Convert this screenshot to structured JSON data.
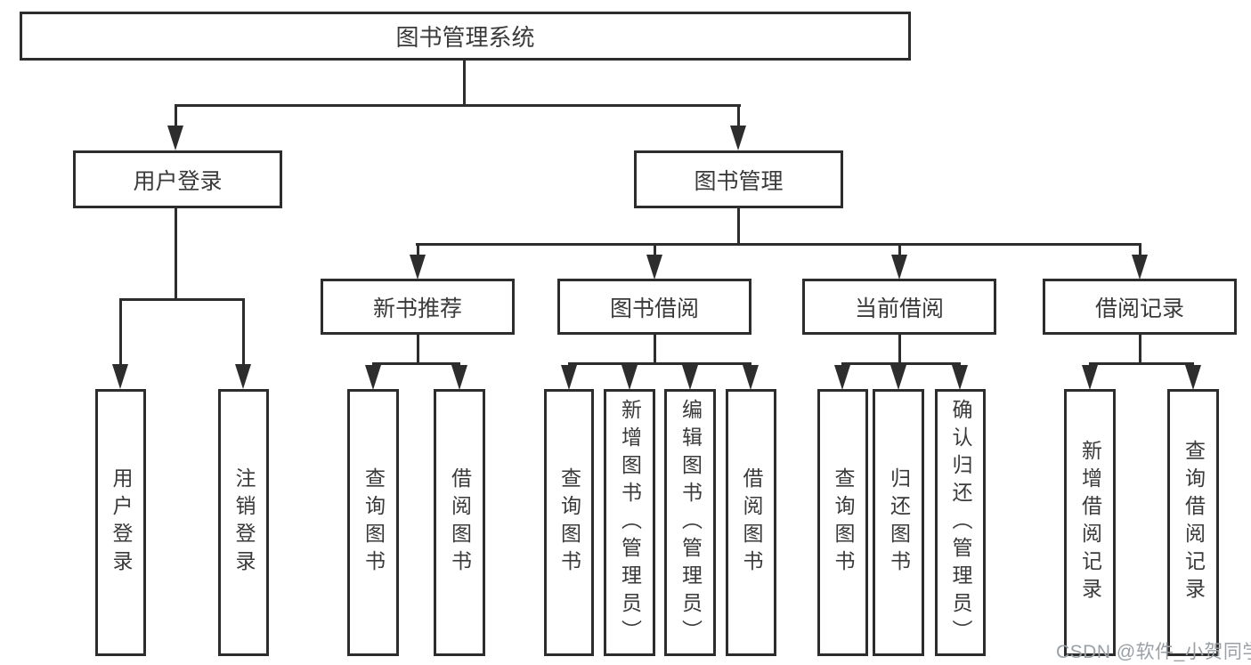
{
  "colors": {
    "line": "#2d2d2d",
    "text": "#3a3a3a",
    "background": "#ffffff",
    "watermark": "#9aa0a6"
  },
  "tree": {
    "label": "图书管理系统",
    "children": [
      {
        "label": "用户登录",
        "children": [
          {
            "label": "用户登录"
          },
          {
            "label": "注销登录"
          }
        ]
      },
      {
        "label": "图书管理",
        "children": [
          {
            "label": "新书推荐",
            "children": [
              {
                "label": "查询图书"
              },
              {
                "label": "借阅图书"
              }
            ]
          },
          {
            "label": "图书借阅",
            "children": [
              {
                "label": "查询图书"
              },
              {
                "label": "新增图书（管理员）"
              },
              {
                "label": "编辑图书（管理员）"
              },
              {
                "label": "借阅图书"
              }
            ]
          },
          {
            "label": "当前借阅",
            "children": [
              {
                "label": "查询图书"
              },
              {
                "label": "归还图书"
              },
              {
                "label": "确认归还（管理员）"
              }
            ]
          },
          {
            "label": "借阅记录",
            "children": [
              {
                "label": "新增借阅记录"
              },
              {
                "label": "查询借阅记录"
              }
            ]
          }
        ]
      }
    ]
  },
  "watermark": {
    "text": "CSDN @软件_小贺同学"
  }
}
